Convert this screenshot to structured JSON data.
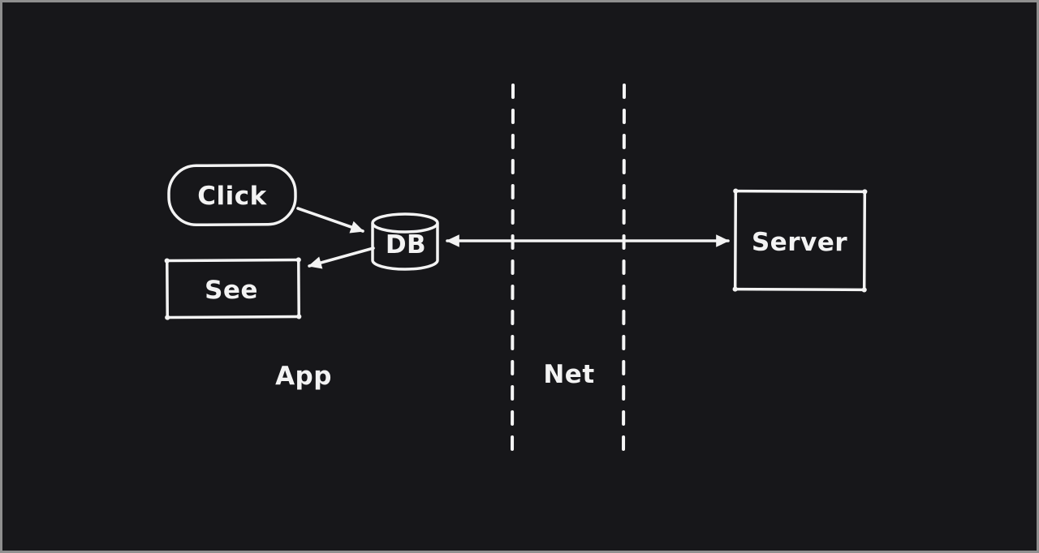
{
  "colors": {
    "canvas_background": "#17171a",
    "frame_border": "#8f8f8f",
    "stroke": "#f3f3f3"
  },
  "diagram": {
    "nodes": {
      "click": {
        "label": "Click",
        "shape": "rounded-pill"
      },
      "db": {
        "label": "DB",
        "shape": "cylinder"
      },
      "see": {
        "label": "See",
        "shape": "rectangle"
      },
      "server": {
        "label": "Server",
        "shape": "rectangle"
      }
    },
    "zone_labels": {
      "app": "App",
      "net": "Net"
    },
    "edges": [
      {
        "from": "Click",
        "to": "DB",
        "arrowheads": "end"
      },
      {
        "from": "DB",
        "to": "See",
        "arrowheads": "end"
      },
      {
        "from": "DB",
        "to": "Server",
        "arrowheads": "both"
      }
    ],
    "boundary": {
      "style": "dashed-vertical-lines",
      "count": 2
    }
  }
}
